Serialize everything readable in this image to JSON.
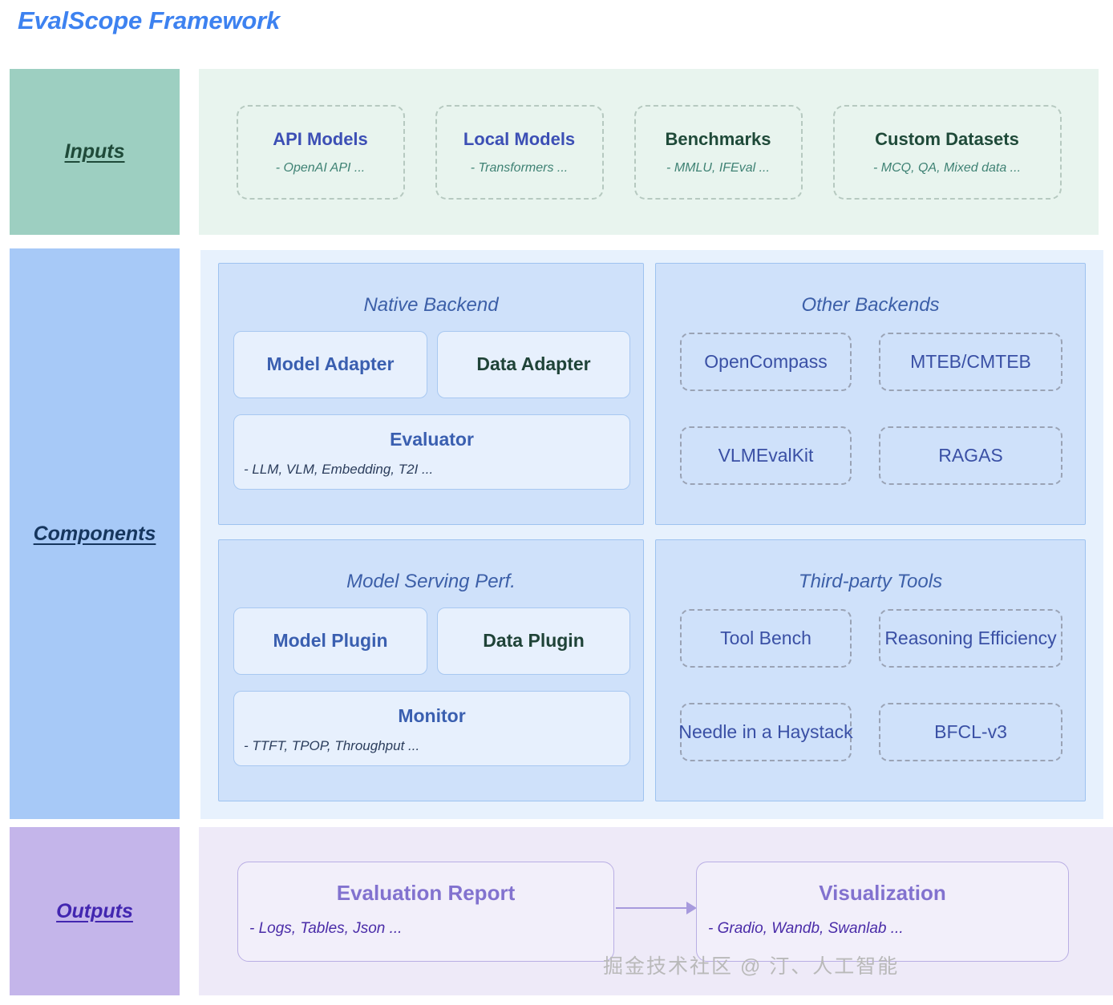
{
  "title": "EvalScope Framework",
  "rows": {
    "inputs_label": "Inputs",
    "components_label": "Components",
    "outputs_label": "Outputs"
  },
  "inputs": {
    "cards": [
      {
        "title": "API Models",
        "sub": "- OpenAI API ..."
      },
      {
        "title": "Local Models",
        "sub": "- Transformers ..."
      },
      {
        "title": "Benchmarks",
        "sub": "- MMLU, IFEval ..."
      },
      {
        "title": "Custom Datasets",
        "sub": "- MCQ, QA, Mixed data ..."
      }
    ]
  },
  "components": {
    "native_backend": {
      "title": "Native Backend",
      "cards": [
        {
          "title": "Model Adapter"
        },
        {
          "title": "Data Adapter"
        },
        {
          "title": "Evaluator",
          "sub": "- LLM, VLM, Embedding, T2I ..."
        }
      ]
    },
    "other_backends": {
      "title": "Other Backends",
      "cards": [
        {
          "title": "OpenCompass"
        },
        {
          "title": "MTEB/CMTEB"
        },
        {
          "title": "VLMEvalKit"
        },
        {
          "title": "RAGAS"
        }
      ]
    },
    "model_serving_perf": {
      "title": "Model  Serving Perf.",
      "cards": [
        {
          "title": "Model Plugin"
        },
        {
          "title": "Data Plugin"
        },
        {
          "title": "Monitor",
          "sub": "- TTFT, TPOP, Throughput ..."
        }
      ]
    },
    "third_party_tools": {
      "title": "Third-party Tools",
      "cards": [
        {
          "title": "Tool Bench"
        },
        {
          "title": "Reasoning Efficiency"
        },
        {
          "title": "Needle in a Haystack"
        },
        {
          "title": "BFCL-v3"
        }
      ]
    }
  },
  "outputs": {
    "report": {
      "title": "Evaluation Report",
      "sub": "- Logs, Tables, Json ..."
    },
    "visualization": {
      "title": "Visualization",
      "sub": "- Gradio, Wandb, Swanlab ..."
    }
  },
  "watermark": "掘金技术社区 @ 汀、人工智能",
  "colors": {
    "title": "#3d82f0",
    "inputs_band": "#9dcfc1",
    "components_band": "#a7c9f7",
    "outputs_band": "#c4b5ea",
    "inputs_panel": "#e8f4ee",
    "components_panel": "#e7f1fd",
    "outputs_panel": "#eeeaf8",
    "sub_panel": "#cfe1fa",
    "accent_blue": "#3a50a5",
    "accent_green": "#1f4a39",
    "accent_purple": "#8272cf"
  }
}
